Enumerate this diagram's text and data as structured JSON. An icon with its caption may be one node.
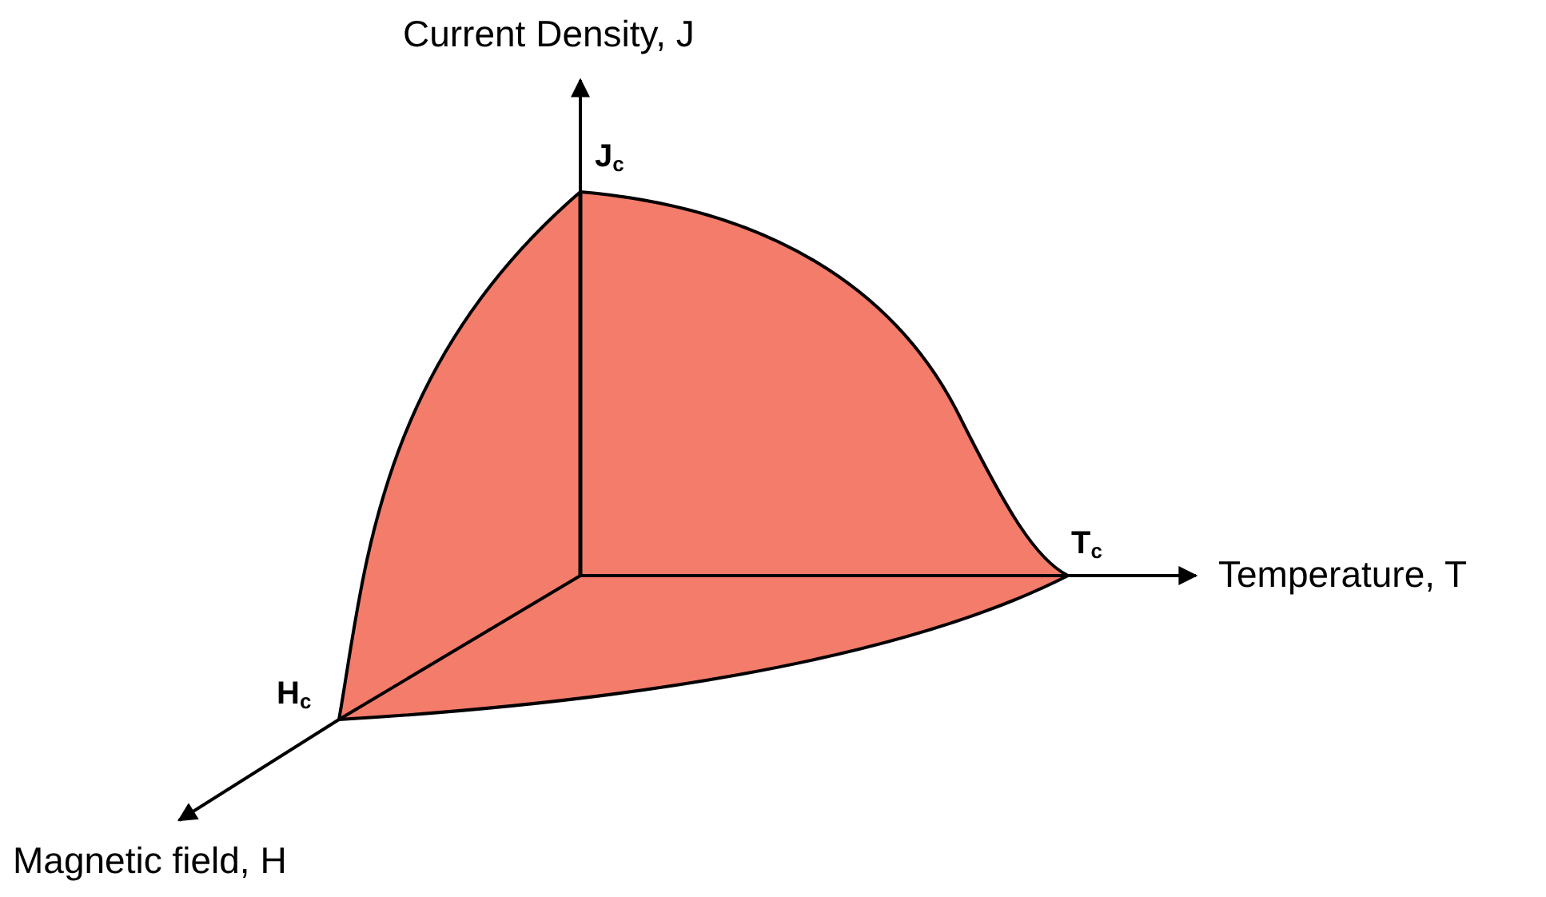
{
  "diagram": {
    "labels": [
      "Current Density, J",
      "J$_{c}$",
      "T$_{c}$",
      "Temperature, T",
      "H$_{c}$",
      "Magnetic field, H"
    ]
  }
}
